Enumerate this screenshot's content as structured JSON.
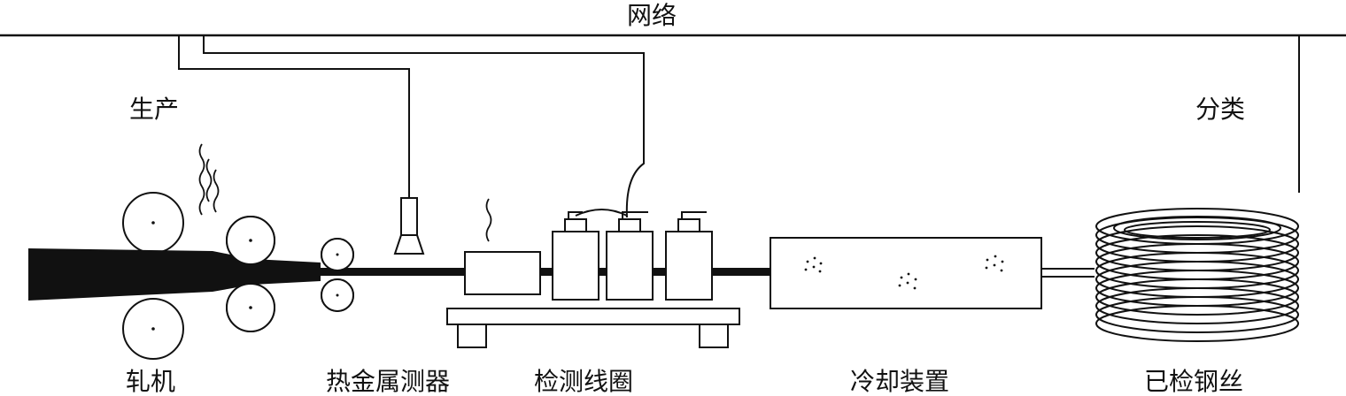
{
  "diagram": {
    "network_label": "网络",
    "production_label": "生产",
    "classification_label": "分类",
    "stations": {
      "rolling_mill": "轧机",
      "hot_metal_detector": "热金属测器",
      "detection_coil": "检测线圈",
      "cooling_device": "冷却装置",
      "inspected_wire": "已检钢丝"
    }
  },
  "colors": {
    "ink": "#111111",
    "background": "#ffffff"
  }
}
